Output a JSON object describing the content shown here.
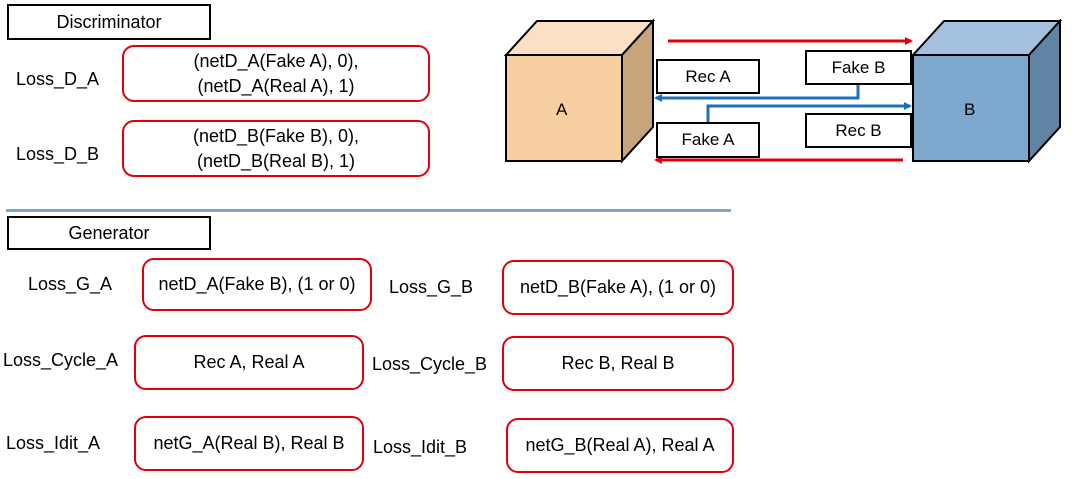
{
  "discriminator": {
    "title": "Discriminator",
    "rows": [
      {
        "label": "Loss_D_A",
        "line1": "(netD_A(Fake A), 0),",
        "line2": "(netD_A(Real A), 1)"
      },
      {
        "label": "Loss_D_B",
        "line1": "(netD_B(Fake B), 0),",
        "line2": "(netD_B(Real B), 1)"
      }
    ]
  },
  "generator": {
    "title": "Generator",
    "left": [
      {
        "label": "Loss_G_A",
        "value": "netD_A(Fake B), (1 or 0)"
      },
      {
        "label": "Loss_Cycle_A",
        "value": "Rec A, Real A"
      },
      {
        "label": "Loss_Idit_A",
        "value": "netG_A(Real B), Real B"
      }
    ],
    "right": [
      {
        "label": "Loss_G_B",
        "value": "netD_B(Fake A), (1 or 0)"
      },
      {
        "label": "Loss_Cycle_B",
        "value": "Rec B, Real B"
      },
      {
        "label": "Loss_Idit_B",
        "value": "netG_B(Real A), Real A"
      }
    ]
  },
  "diagram": {
    "cube_a": {
      "label": "A",
      "front": "#f8cfa0",
      "top": "#fbe0c3",
      "side": "#c7a47c"
    },
    "cube_b": {
      "label": "B",
      "front": "#7ea7cd",
      "top": "#a3c0de",
      "side": "#5f84a4"
    },
    "tags": {
      "rec_a": "Rec A",
      "fake_b": "Fake B",
      "fake_a": "Fake A",
      "rec_b": "Rec B"
    },
    "colors": {
      "red_arrow": "#e0000b",
      "blue_arrow": "#1e6fb9",
      "divider": "#7ea7cd"
    }
  }
}
